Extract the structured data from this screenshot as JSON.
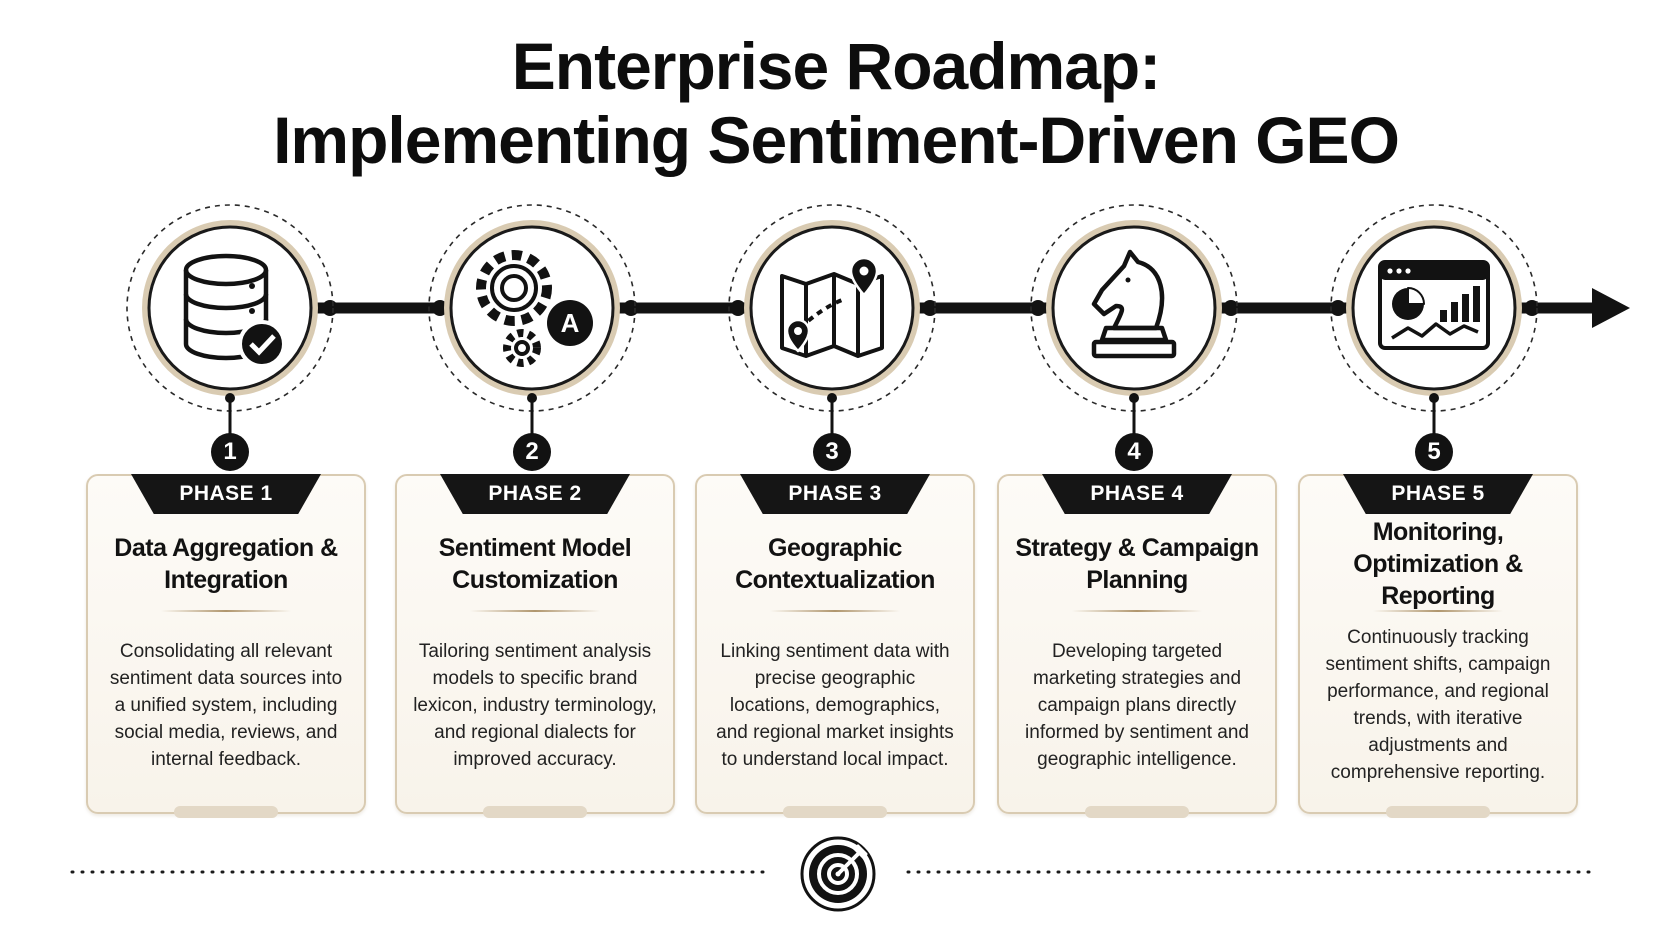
{
  "title": {
    "line1": "Enterprise Roadmap:",
    "line2": "Implementing Sentiment-Driven GEO"
  },
  "phases": [
    {
      "number": "1",
      "label": "PHASE 1",
      "title": "Data Aggregation & Integration",
      "description": "Consolidating all relevant sentiment data sources into a unified system, including social media, reviews, and internal feedback.",
      "icon": "database-check-icon"
    },
    {
      "number": "2",
      "label": "PHASE 2",
      "title": "Sentiment Model Customization",
      "description": "Tailoring sentiment analysis models to specific brand lexicon, industry terminology, and regional dialects for improved accuracy.",
      "icon": "gears-ai-icon"
    },
    {
      "number": "3",
      "label": "PHASE 3",
      "title": "Geographic Contextualization",
      "description": "Linking sentiment data with precise geographic locations, demographics, and regional market insights to understand local impact.",
      "icon": "map-pins-icon"
    },
    {
      "number": "4",
      "label": "PHASE 4",
      "title": "Strategy & Campaign Planning",
      "description": "Developing targeted marketing strategies and campaign plans directly informed by sentiment and geographic intelligence.",
      "icon": "chess-knight-icon"
    },
    {
      "number": "5",
      "label": "PHASE 5",
      "title": "Monitoring, Optimization & Reporting",
      "description": "Continuously tracking sentiment shifts, campaign performance, and regional trends, with iterative adjustments and comprehensive reporting.",
      "icon": "dashboard-analytics-icon"
    }
  ],
  "footer_icon": "target-icon",
  "colors": {
    "ink": "#121212",
    "accent_tan": "#b0966e",
    "card_border": "#d9cbb2",
    "card_fill": "#f8f3ea"
  }
}
